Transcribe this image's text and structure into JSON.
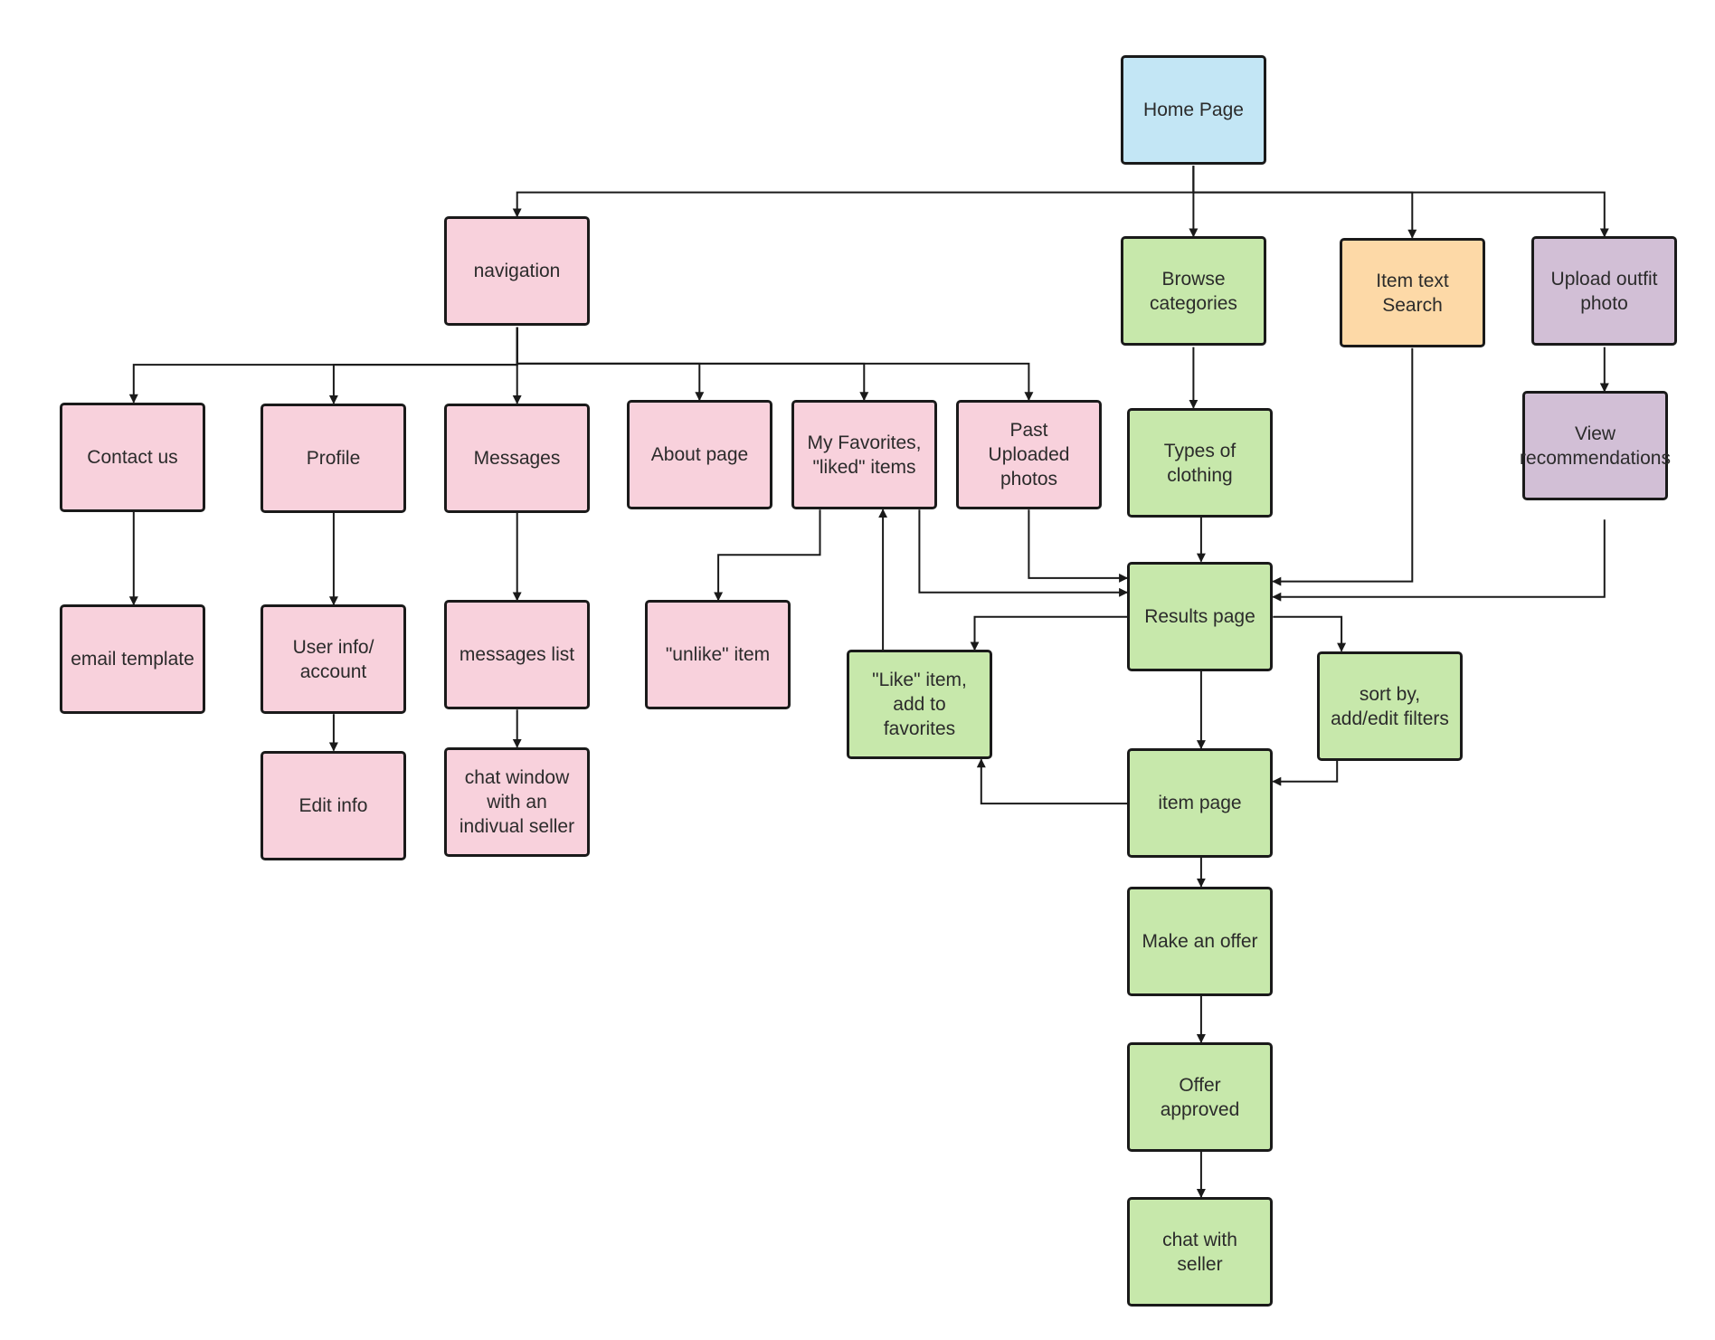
{
  "colors": {
    "blue": "#c3e6f5",
    "pink": "#f8d1dc",
    "green": "#c7e8ab",
    "orange": "#fdd9a7",
    "purple": "#d2bfd6",
    "border": "#1a1a1a",
    "edge": "#1a1a1a"
  },
  "nodes": {
    "home": {
      "label": "Home Page",
      "color": "blue"
    },
    "navigation": {
      "label": "navigation",
      "color": "pink"
    },
    "browse": {
      "label": "Browse\ncategories",
      "color": "green"
    },
    "search": {
      "label": "Item text\nSearch",
      "color": "orange"
    },
    "upload": {
      "label": "Upload outfit\nphoto",
      "color": "purple"
    },
    "contact": {
      "label": "Contact us",
      "color": "pink"
    },
    "profile": {
      "label": "Profile",
      "color": "pink"
    },
    "messages": {
      "label": "Messages",
      "color": "pink"
    },
    "about": {
      "label": "About page",
      "color": "pink"
    },
    "favorites": {
      "label": "My Favorites,\n\"liked\" items",
      "color": "pink"
    },
    "past": {
      "label": "Past\nUploaded\nphotos",
      "color": "pink"
    },
    "types": {
      "label": "Types of\nclothing",
      "color": "green"
    },
    "viewrec": {
      "label": "View\nrecommendations",
      "color": "purple"
    },
    "email": {
      "label": "email template",
      "color": "pink"
    },
    "userinfo": {
      "label": "User info/\naccount",
      "color": "pink"
    },
    "msglist": {
      "label": "messages list",
      "color": "pink"
    },
    "unlike": {
      "label": "\"unlike\" item",
      "color": "pink"
    },
    "results": {
      "label": "Results page",
      "color": "green"
    },
    "like": {
      "label": "\"Like\" item,\nadd to\nfavorites",
      "color": "green"
    },
    "sort": {
      "label": "sort by,\nadd/edit filters",
      "color": "green"
    },
    "editinfo": {
      "label": "Edit info",
      "color": "pink"
    },
    "chatwin": {
      "label": "chat window\nwith an\nindivual seller",
      "color": "pink"
    },
    "item": {
      "label": "item page",
      "color": "green"
    },
    "offer": {
      "label": "Make an offer",
      "color": "green"
    },
    "approved": {
      "label": "Offer\napproved",
      "color": "green"
    },
    "chatseller": {
      "label": "chat with\nseller",
      "color": "green"
    }
  },
  "edges": [
    [
      "home",
      "navigation"
    ],
    [
      "home",
      "browse"
    ],
    [
      "home",
      "search"
    ],
    [
      "home",
      "upload"
    ],
    [
      "navigation",
      "contact"
    ],
    [
      "navigation",
      "profile"
    ],
    [
      "navigation",
      "messages"
    ],
    [
      "navigation",
      "about"
    ],
    [
      "navigation",
      "favorites"
    ],
    [
      "navigation",
      "past"
    ],
    [
      "browse",
      "types"
    ],
    [
      "upload",
      "viewrec"
    ],
    [
      "contact",
      "email"
    ],
    [
      "profile",
      "userinfo"
    ],
    [
      "userinfo",
      "editinfo"
    ],
    [
      "messages",
      "msglist"
    ],
    [
      "msglist",
      "chatwin"
    ],
    [
      "favorites",
      "unlike"
    ],
    [
      "favorites",
      "results"
    ],
    [
      "past",
      "results"
    ],
    [
      "types",
      "results"
    ],
    [
      "search",
      "results"
    ],
    [
      "viewrec",
      "results"
    ],
    [
      "results",
      "like"
    ],
    [
      "results",
      "sort"
    ],
    [
      "results",
      "item"
    ],
    [
      "like",
      "favorites"
    ],
    [
      "sort",
      "item"
    ],
    [
      "item",
      "like"
    ],
    [
      "item",
      "offer"
    ],
    [
      "offer",
      "approved"
    ],
    [
      "approved",
      "chatseller"
    ]
  ]
}
